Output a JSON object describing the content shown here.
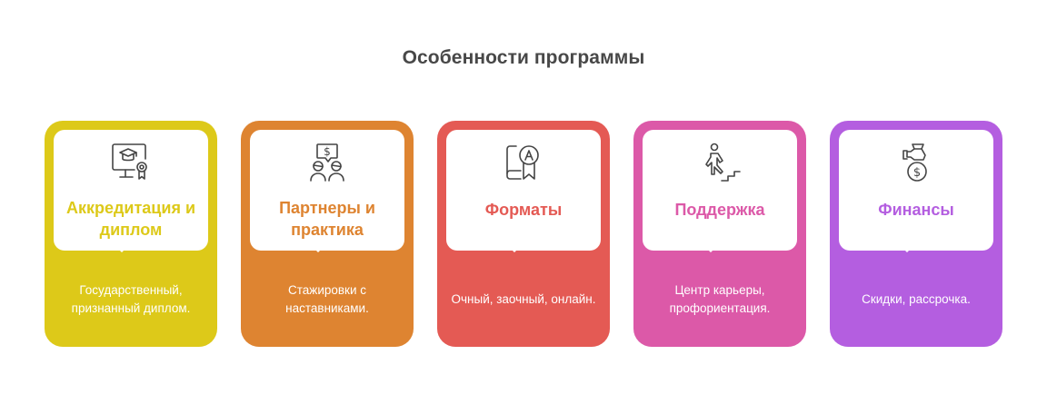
{
  "title": "Особенности программы",
  "cards": [
    {
      "heading": "Аккредитация и диплом",
      "description": "Государственный, признанный диплом.",
      "icon": "graduation-certificate-icon",
      "color": "#DDC919",
      "text_color": "#DDC919"
    },
    {
      "heading": "Партнеры и практика",
      "description": "Стажировки с наставниками.",
      "icon": "mentorship-icon",
      "color": "#DE8431",
      "text_color": "#DE8431"
    },
    {
      "heading": "Форматы",
      "description": "Очный, заочный, онлайн.",
      "icon": "book-award-icon",
      "color": "#E45A54",
      "text_color": "#E45A54"
    },
    {
      "heading": "Поддержка",
      "description": "Центр карьеры, профориентация.",
      "icon": "career-steps-icon",
      "color": "#DC59A8",
      "text_color": "#DC59A8"
    },
    {
      "heading": "Финансы",
      "description": "Скидки, рассрочка.",
      "icon": "money-bag-icon",
      "color": "#B45EE0",
      "text_color": "#B45EE0"
    }
  ]
}
